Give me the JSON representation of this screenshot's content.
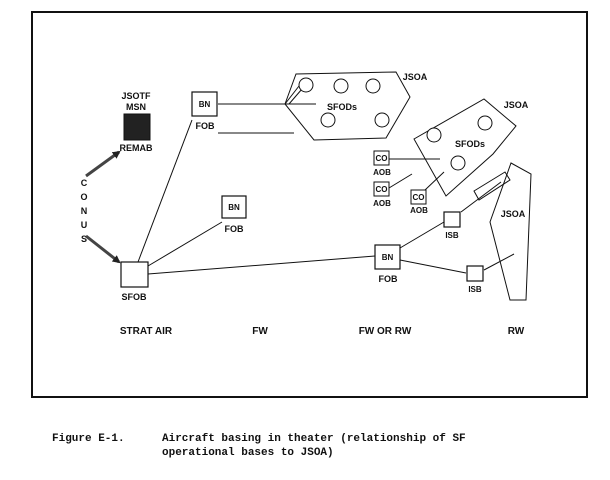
{
  "labels": {
    "jsotf": "JSOTF",
    "msn": "MSN",
    "remab": "REMAB",
    "conus": [
      "C",
      "O",
      "N",
      "U",
      "S"
    ],
    "sfob": "SFOB",
    "bn": "BN",
    "fob": "FOB",
    "co": "CO",
    "aob": "AOB",
    "isb": "ISB",
    "jsoa": "JSOA",
    "sfods": "SFODs"
  },
  "columns": [
    "STRAT AIR",
    "FW",
    "FW OR RW",
    "RW"
  ],
  "caption": {
    "number": "Figure E-1.",
    "line1": "Aircraft basing in theater (relationship of SF",
    "line2": "operational bases to JSOA)"
  },
  "colors": {
    "ink": "#111111",
    "paper": "#ffffff"
  }
}
